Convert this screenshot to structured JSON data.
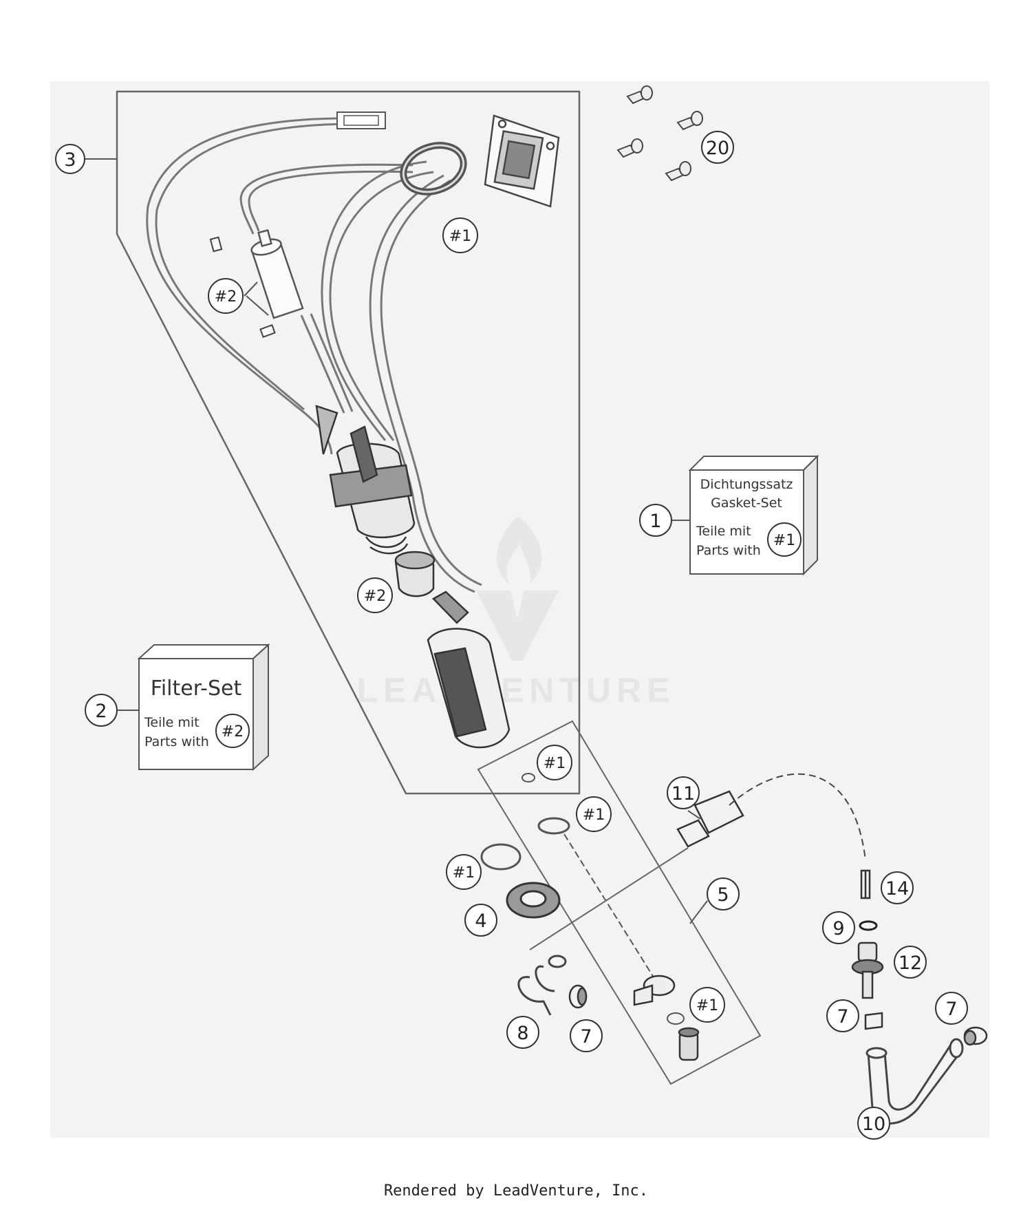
{
  "colors": {
    "paper": "#f3f3f3",
    "line": "#6a6a6a",
    "dark": "#3a3a3a",
    "watermark": "#e4e4e4"
  },
  "watermark": {
    "text": "LEADVENTURE"
  },
  "callouts": {
    "c1": "1",
    "c2": "2",
    "c3": "3",
    "c4": "4",
    "c5": "5",
    "c7a": "7",
    "c7b": "7",
    "c7c": "7",
    "c8": "8",
    "c9": "9",
    "c10": "10",
    "c11": "11",
    "c12": "12",
    "c14": "14",
    "c20": "20",
    "r1_ring": "#1",
    "r1_flange": "#1",
    "r1_small": "#1",
    "r1_left": "#1",
    "r1_lower": "#1",
    "r2_filter": "#2",
    "r2_sleeve": "#2"
  },
  "gasket_box": {
    "line1": "Dichtungssatz",
    "line2": "Gasket-Set",
    "line3": "Teile mit",
    "line4": "Parts with",
    "ref": "#1"
  },
  "filter_box": {
    "title": "Filter-Set",
    "line3": "Teile mit",
    "line4": "Parts with",
    "ref": "#2"
  },
  "footer": {
    "text": "Rendered by LeadVenture, Inc."
  }
}
